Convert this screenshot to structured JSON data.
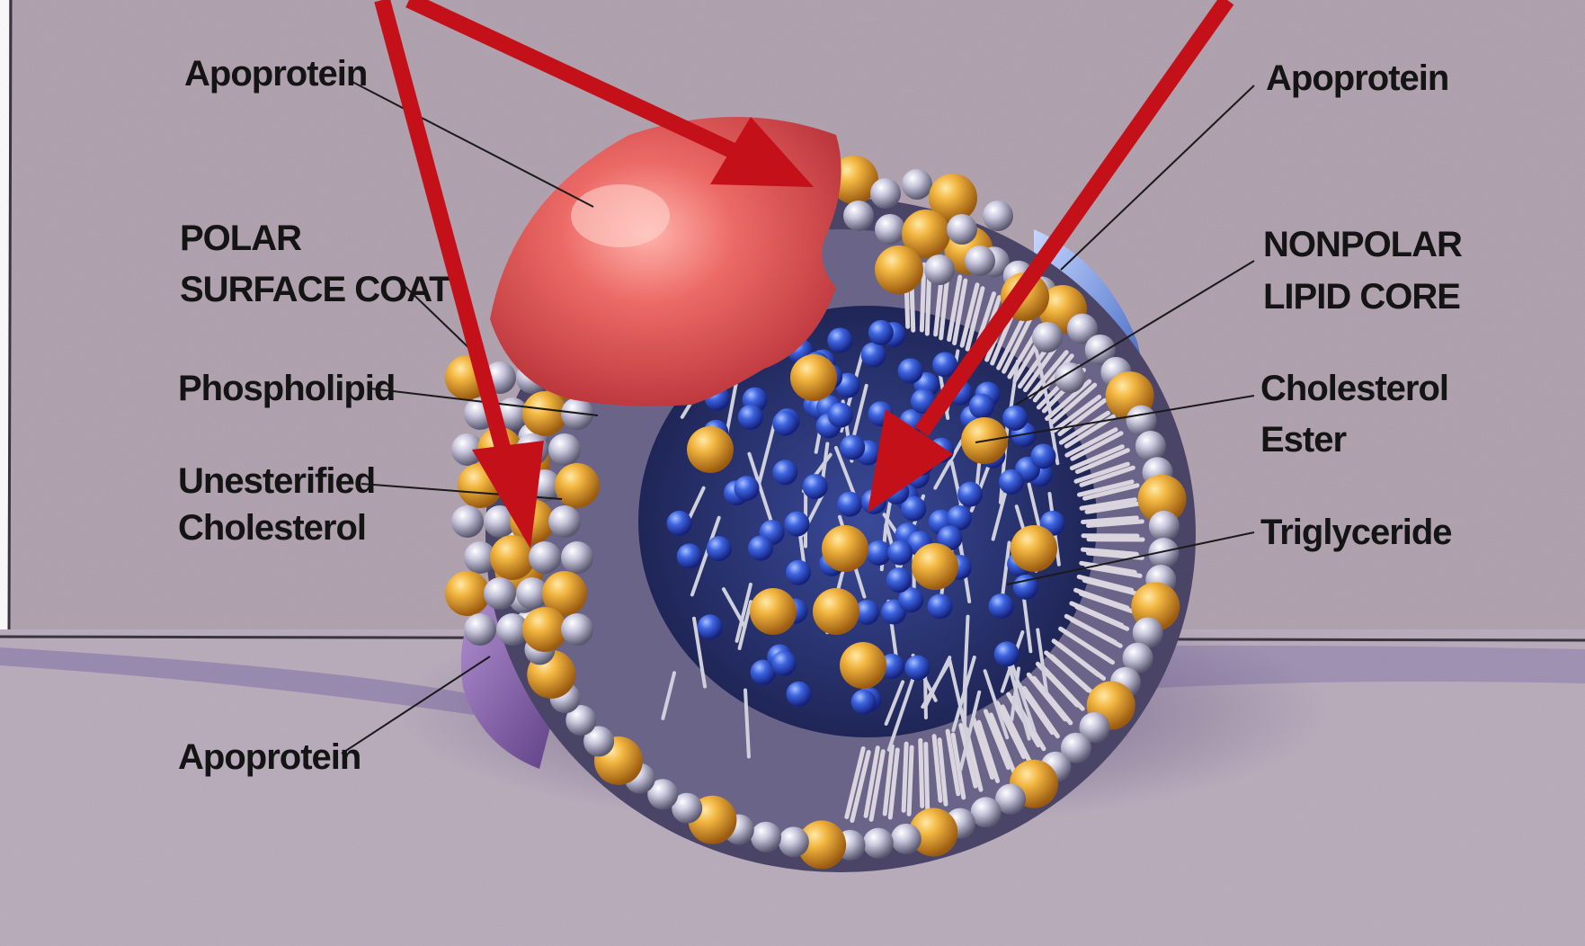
{
  "diagram": {
    "labels": {
      "apoprotein_top_left": "Apoprotein",
      "polar_line1": "POLAR",
      "polar_line2": "SURFACE COAT",
      "phospholipid": "Phospholipid",
      "unesterified_line1": "Unesterified",
      "unesterified_line2": "Cholesterol",
      "apoprotein_bottom_left": "Apoprotein",
      "apoprotein_top_right": "Apoprotein",
      "nonpolar_line1": "NONPOLAR",
      "nonpolar_line2": "LIPID CORE",
      "cholesterol_ester_line1": "Cholesterol",
      "cholesterol_ester_line2": "Ester",
      "triglyceride": "Triglyceride"
    },
    "colors": {
      "background": "#a99aa6",
      "table_surface": "#b3a6b6",
      "arrow": "#c41019",
      "apoprotein_red": "#e0605f",
      "apoprotein_blue": "#8aa8e0",
      "apoprotein_purple": "#7a5a9a",
      "phospholipid_head": "#aaa8c2",
      "cholesterol": "#e3a22c",
      "core_molecule": "#3050c8",
      "core_shadow": "#28306a"
    }
  }
}
